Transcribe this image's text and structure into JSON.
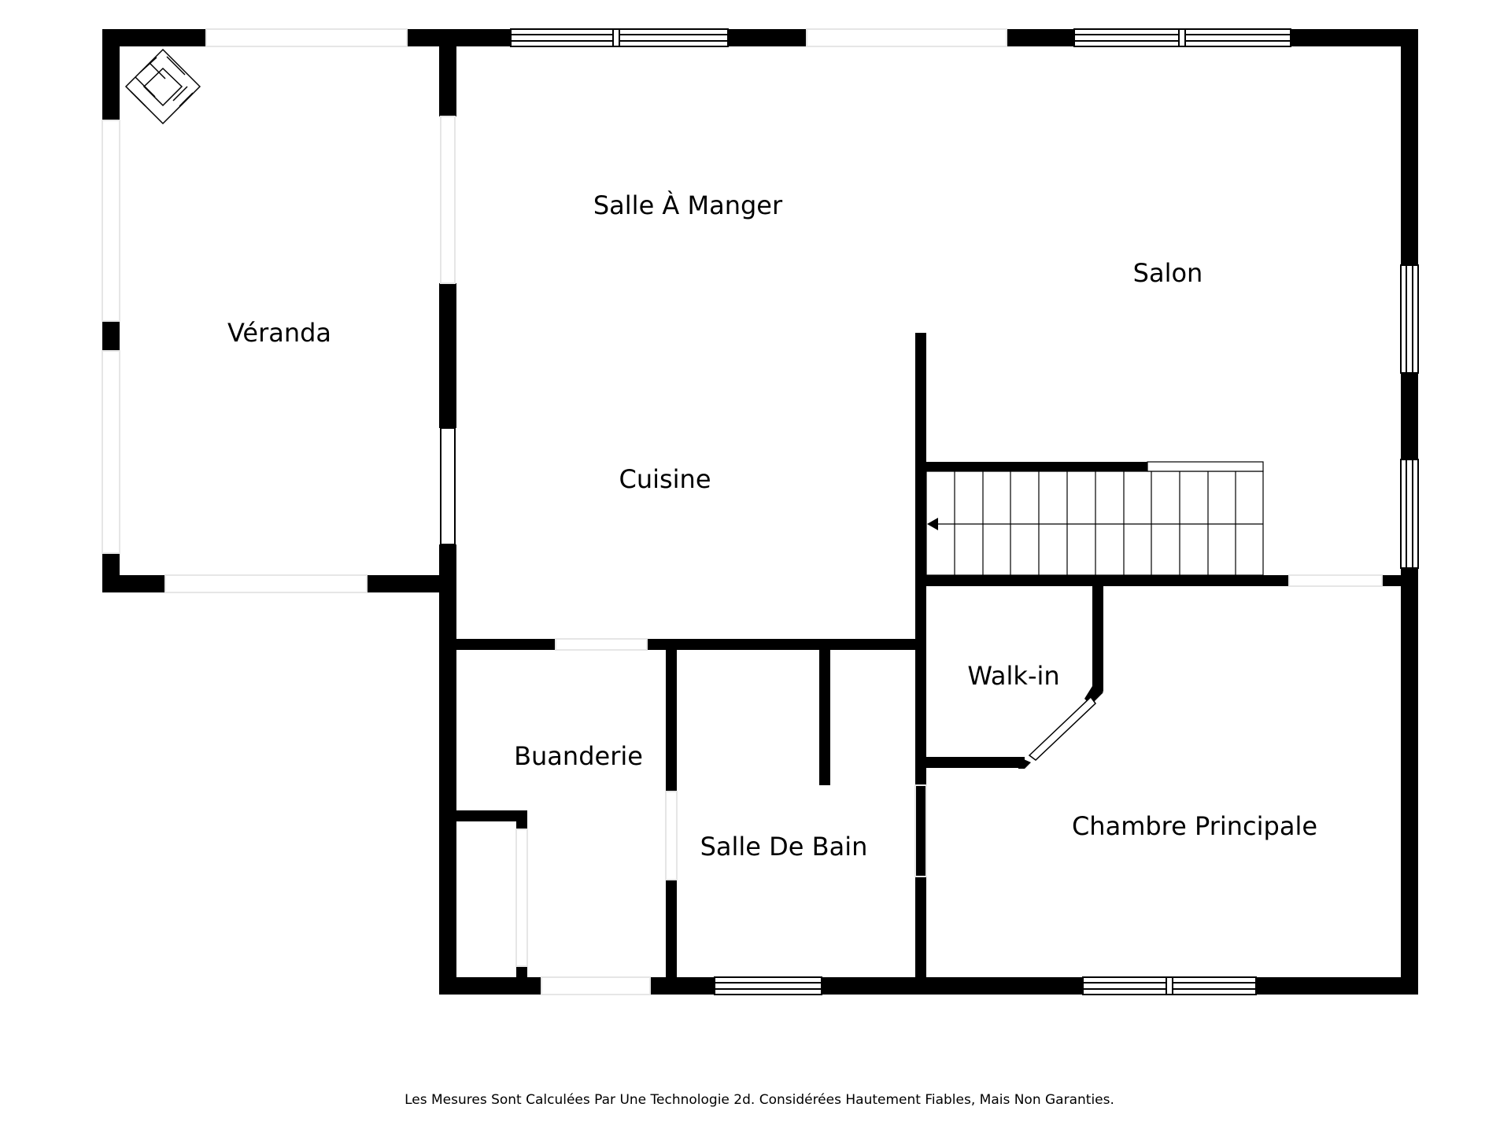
{
  "floor_plan": {
    "rooms": [
      {
        "id": "veranda",
        "label": "Véranda"
      },
      {
        "id": "salle-a-manger",
        "label": "Salle À Manger"
      },
      {
        "id": "salon",
        "label": "Salon"
      },
      {
        "id": "cuisine",
        "label": "Cuisine"
      },
      {
        "id": "walk-in",
        "label": "Walk-in"
      },
      {
        "id": "buanderie",
        "label": "Buanderie"
      },
      {
        "id": "salle-de-bain",
        "label": "Salle De Bain"
      },
      {
        "id": "chambre-principale",
        "label": "Chambre Principale"
      }
    ],
    "colors": {
      "wall": "#000000",
      "background": "#ffffff",
      "window_frame": "#000000"
    },
    "icons": [
      "fireplace-icon",
      "staircase-icon",
      "stair-direction-arrow-icon"
    ]
  },
  "footer": {
    "disclaimer": "Les Mesures Sont Calculées Par Une Technologie 2d. Considérées Hautement Fiables, Mais Non Garanties."
  }
}
